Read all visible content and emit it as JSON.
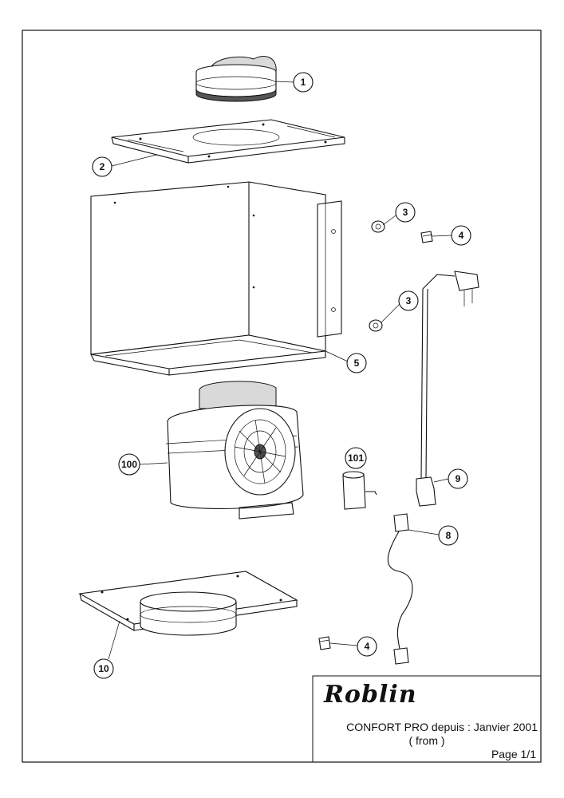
{
  "callouts": [
    {
      "id": "c1",
      "label": "1"
    },
    {
      "id": "c2",
      "label": "2"
    },
    {
      "id": "c3a",
      "label": "3"
    },
    {
      "id": "c4a",
      "label": "4"
    },
    {
      "id": "c3b",
      "label": "3"
    },
    {
      "id": "c5",
      "label": "5"
    },
    {
      "id": "c100",
      "label": "100"
    },
    {
      "id": "c101",
      "label": "101"
    },
    {
      "id": "c9",
      "label": "9"
    },
    {
      "id": "c8",
      "label": "8"
    },
    {
      "id": "c10",
      "label": "10"
    },
    {
      "id": "c4b",
      "label": "4"
    }
  ],
  "title_block": {
    "brand": "Roblin",
    "model": "CONFORT PRO depuis : Janvier 2001",
    "from": "( from )",
    "page": "Page 1/1"
  }
}
